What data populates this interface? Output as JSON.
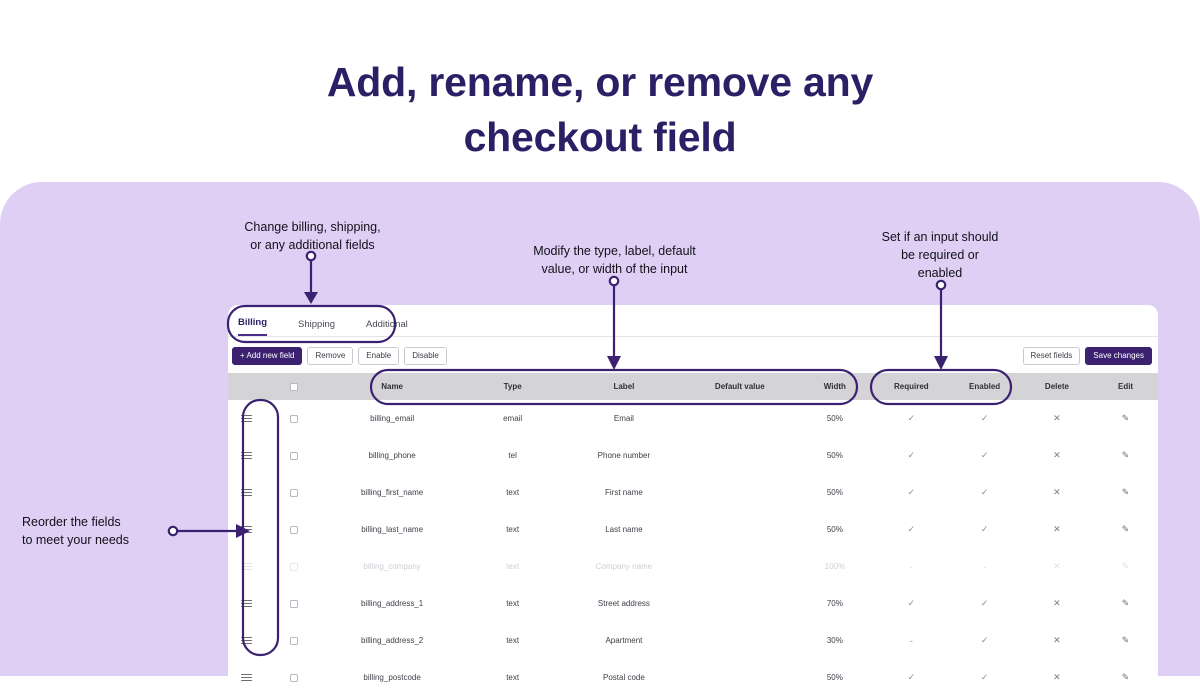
{
  "heading": {
    "line1": "Add, rename, or remove any",
    "line2": "checkout field",
    "color": "#2b1f65"
  },
  "panel": {
    "background": "#dfcff5"
  },
  "annotations": [
    {
      "name": "tabs-callout",
      "text": "Change billing, shipping,\nor any additional fields"
    },
    {
      "name": "columns-callout",
      "text": "Modify the type, label, default\nvalue, or width of the input"
    },
    {
      "name": "required-callout",
      "text": "Set if an input should\nbe required or\nenabled"
    },
    {
      "name": "reorder-callout",
      "text": "Reorder the fields\nto meet your needs"
    }
  ],
  "app": {
    "tabs": [
      {
        "label": "Billing",
        "active": true
      },
      {
        "label": "Shipping",
        "active": false
      },
      {
        "label": "Additional",
        "active": false
      }
    ],
    "toolbar": {
      "add": "+ Add new field",
      "remove": "Remove",
      "enable": "Enable",
      "disable": "Disable",
      "reset": "Reset fields",
      "save": "Save changes"
    },
    "table": {
      "columns": [
        "",
        "",
        "Name",
        "Type",
        "Label",
        "Default value",
        "Width",
        "Required",
        "Enabled",
        "Delete",
        "Edit"
      ],
      "rows": [
        {
          "name": "billing_email",
          "type": "email",
          "label": "Email",
          "default": "",
          "width": "50%",
          "required": "check",
          "enabled": "check",
          "dim": false
        },
        {
          "name": "billing_phone",
          "type": "tel",
          "label": "Phone number",
          "default": "",
          "width": "50%",
          "required": "check",
          "enabled": "check",
          "dim": false
        },
        {
          "name": "billing_first_name",
          "type": "text",
          "label": "First name",
          "default": "",
          "width": "50%",
          "required": "check",
          "enabled": "check",
          "dim": false
        },
        {
          "name": "billing_last_name",
          "type": "text",
          "label": "Last name",
          "default": "",
          "width": "50%",
          "required": "check",
          "enabled": "check",
          "dim": false
        },
        {
          "name": "billing_company",
          "type": "text",
          "label": "Company name",
          "default": "",
          "width": "100%",
          "required": "dash",
          "enabled": "dash",
          "dim": true
        },
        {
          "name": "billing_address_1",
          "type": "text",
          "label": "Street address",
          "default": "",
          "width": "70%",
          "required": "check",
          "enabled": "check",
          "dim": false
        },
        {
          "name": "billing_address_2",
          "type": "text",
          "label": "Apartment",
          "default": "",
          "width": "30%",
          "required": "dash",
          "enabled": "check",
          "dim": false
        },
        {
          "name": "billing_postcode",
          "type": "text",
          "label": "Postal code",
          "default": "",
          "width": "50%",
          "required": "check",
          "enabled": "check",
          "dim": false
        }
      ],
      "marks": {
        "check": "✓",
        "dash": "-",
        "delete": "✕",
        "edit": "✎"
      }
    }
  }
}
